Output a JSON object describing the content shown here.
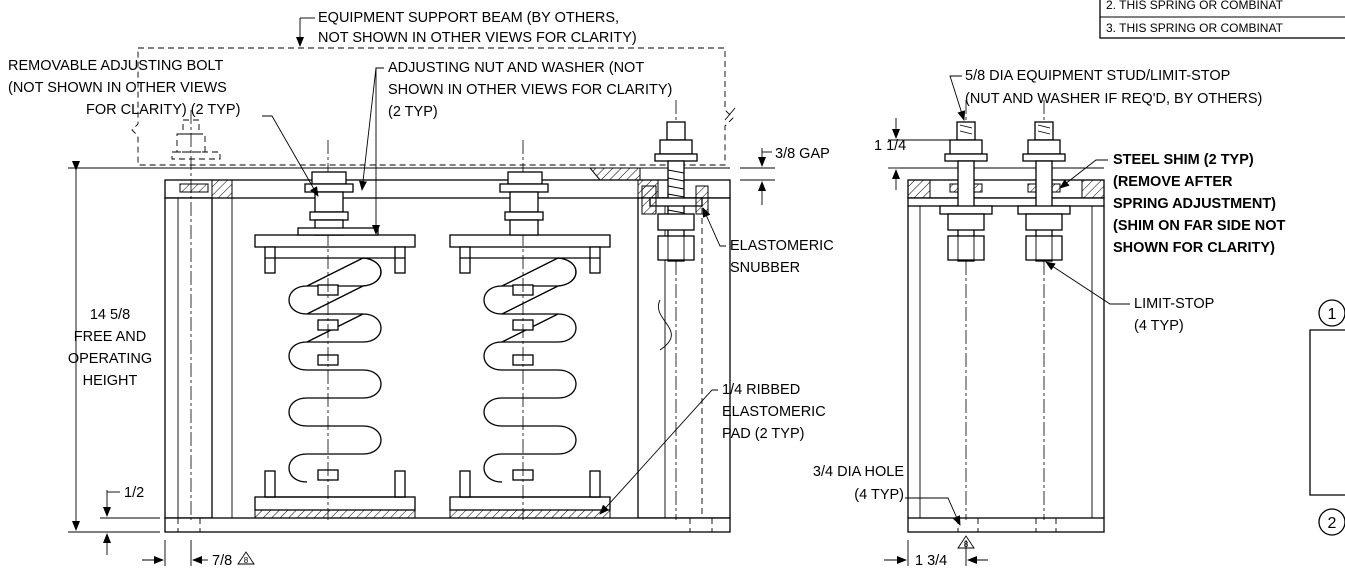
{
  "notes": {
    "note2": "2.  THIS SPRING OR COMBINAT",
    "note3": "3.  THIS SPRING OR COMBINAT"
  },
  "labels": {
    "beam_line1": "EQUIPMENT SUPPORT BEAM (BY OTHERS,",
    "beam_line2": "NOT SHOWN IN OTHER VIEWS FOR CLARITY)",
    "bolt_line1": "REMOVABLE ADJUSTING BOLT",
    "bolt_line2": "(NOT SHOWN IN OTHER VIEWS",
    "bolt_line3": "FOR CLARITY) (2 TYP)",
    "nut_line1": "ADJUSTING NUT AND WASHER (NOT",
    "nut_line2": "SHOWN IN OTHER VIEWS FOR CLARITY)",
    "nut_line3": "(2 TYP)",
    "gap": "3/8 GAP",
    "snubber_line1": "ELASTOMERIC",
    "snubber_line2": "SNUBBER",
    "height_line1": "14 5/8",
    "height_line2": "FREE AND",
    "height_line3": "OPERATING",
    "height_line4": "HEIGHT",
    "pad_line1": "1/4 RIBBED",
    "pad_line2": "ELASTOMERIC",
    "pad_line3": "PAD (2 TYP)",
    "dim_half": "1/2",
    "dim_seven_eighths": "7/8",
    "stud_line1": "5/8 DIA EQUIPMENT STUD/LIMIT-STOP",
    "stud_line2": "(NUT AND WASHER IF REQ'D, BY OTHERS)",
    "dim_one_quarter": "1 1/4",
    "shim_line1": "STEEL SHIM (2 TYP)",
    "shim_line2": "(REMOVE AFTER",
    "shim_line3": "SPRING ADJUSTMENT)",
    "shim_line4": "(SHIM ON FAR SIDE NOT",
    "shim_line5": "SHOWN FOR CLARITY)",
    "limit_line1": "LIMIT-STOP",
    "limit_line2": "(4 TYP)",
    "hole_line1": "3/4 DIA HOLE",
    "hole_line2": "(4 TYP)",
    "dim_one_three_quarters": "1 3/4",
    "rev_mark": "8",
    "callout1": "1",
    "callout2": "2"
  }
}
